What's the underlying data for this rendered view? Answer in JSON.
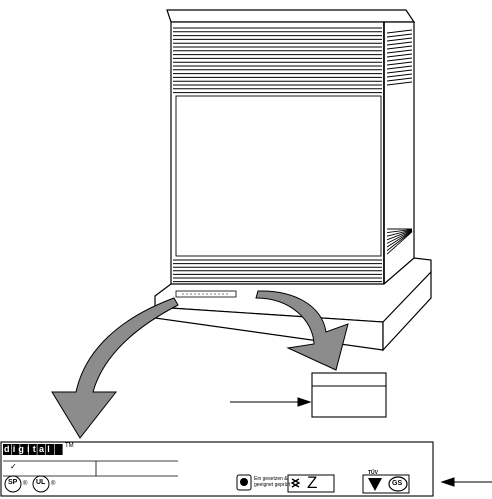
{
  "label": {
    "brand": "digital",
    "trademark": "TM",
    "small_mark": "✓",
    "csa_mark": "SP",
    "ul_mark": "UL",
    "registered": "®",
    "small_print": "Ein gesetzen &\ngeeignet geprüft",
    "tuv_mark": "TÜV",
    "z_mark": "Z",
    "gs_mark": "GS"
  },
  "colors": {
    "stroke": "#000000",
    "arrow_fill": "#8c8c8c",
    "background": "#ffffff"
  }
}
